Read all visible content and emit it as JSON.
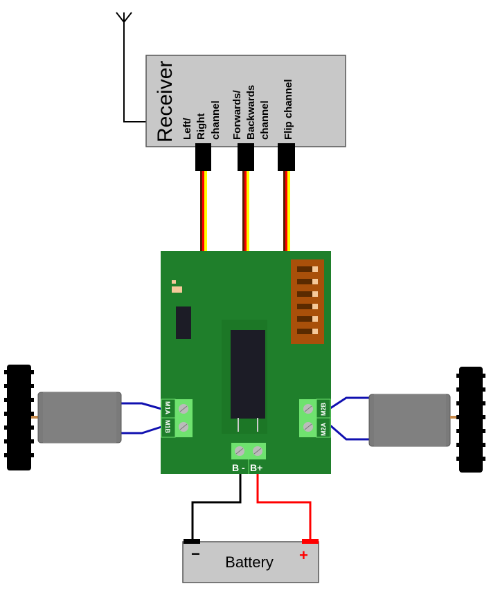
{
  "receiver": {
    "title": "Receiver",
    "channels": [
      {
        "lines": [
          "Left/",
          "Right",
          "channel"
        ]
      },
      {
        "lines": [
          "Forwards/",
          "Backwards",
          "channel"
        ]
      },
      {
        "lines": [
          "Flip channel"
        ]
      }
    ]
  },
  "board": {
    "left_terminals": [
      "M1A",
      "M1B"
    ],
    "right_terminals": [
      "M2B",
      "M2A"
    ],
    "battery_terminals": [
      "B -",
      "B+"
    ]
  },
  "battery": {
    "label": "Battery",
    "negative": "−",
    "positive": "+"
  },
  "colors": {
    "pcb": "#1f7f2b",
    "terminal": "#6fe26f",
    "dip": "#a9500a",
    "receiver": "#c8c8c8",
    "motor_wire": "#1010b0",
    "positive_wire": "#ff0000"
  }
}
